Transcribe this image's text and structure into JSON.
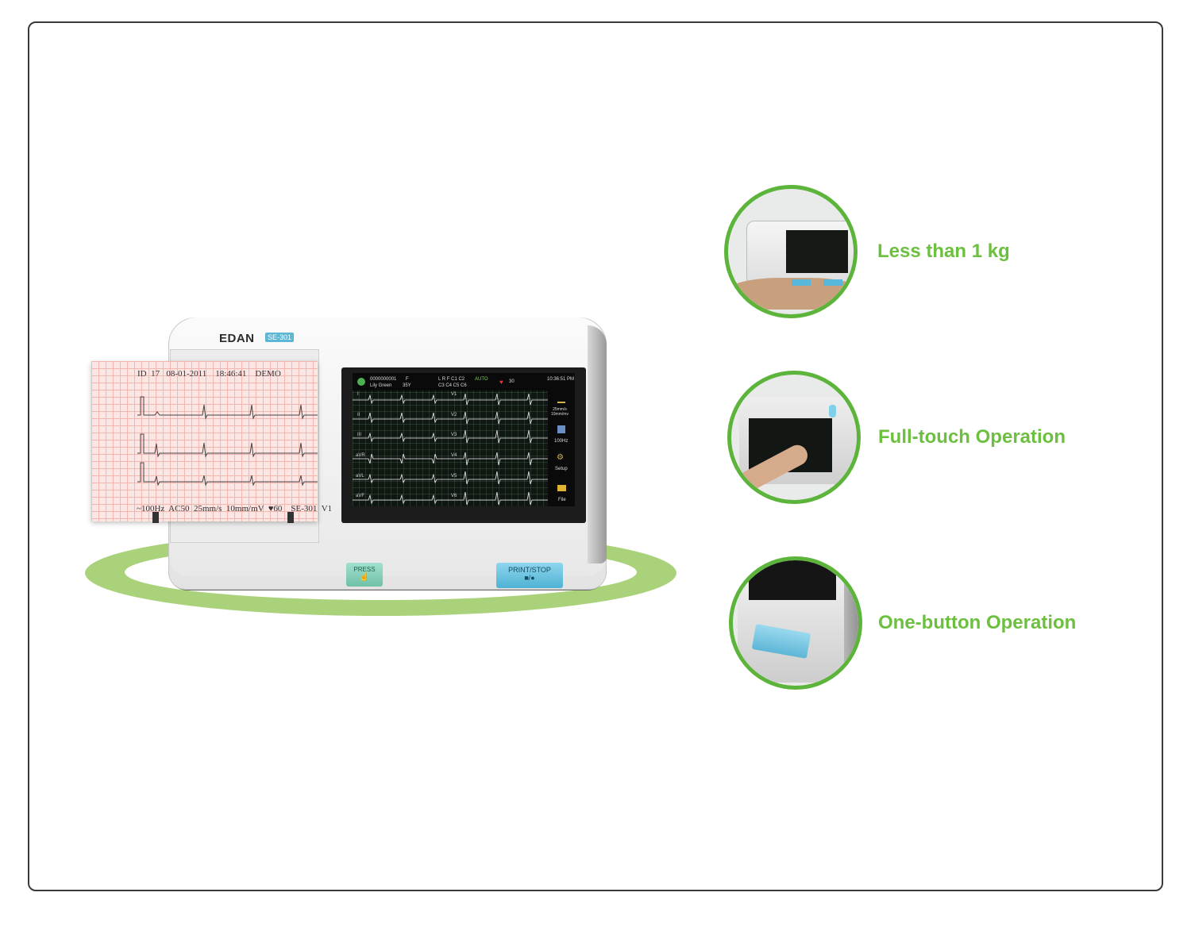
{
  "device": {
    "brand": "EDAN",
    "model": "SE-301",
    "paper": {
      "header": "ID  17   08-01-2011    18:46:41    DEMO",
      "footer": "~100Hz  AC50  25mm/s  10mm/mV  ♥60    SE-301  V1"
    },
    "screen": {
      "patient_id": "0000000001",
      "patient_name": "Lily Green",
      "sex": "F",
      "age": "35Y",
      "leads_status_1": "L R F C1 C2",
      "leads_status_2": "C3 C4 C5 C6",
      "mode": "AUTO",
      "heart_rate": "30",
      "time": "10:36:51 PM",
      "left_leads": [
        "I",
        "II",
        "III",
        "aVR",
        "aVL",
        "aVF"
      ],
      "right_leads": [
        "V1",
        "V2",
        "V3",
        "V4",
        "V5",
        "V6"
      ],
      "side_menu": {
        "speed": "25mm/s\n10mm/mv",
        "filter": "100Hz",
        "setup": "Setup",
        "file": "File"
      }
    },
    "buttons": {
      "press": "PRESS",
      "print_stop": "PRINT/STOP"
    }
  },
  "features": [
    {
      "label": "Less than 1 kg"
    },
    {
      "label": "Full-touch Operation"
    },
    {
      "label": "One-button Operation"
    }
  ],
  "colors": {
    "accent_green": "#6cbf3f",
    "ring_green": "#a9d27a",
    "button_blue": "#5eb6d6",
    "button_teal": "#7fcfb8"
  }
}
